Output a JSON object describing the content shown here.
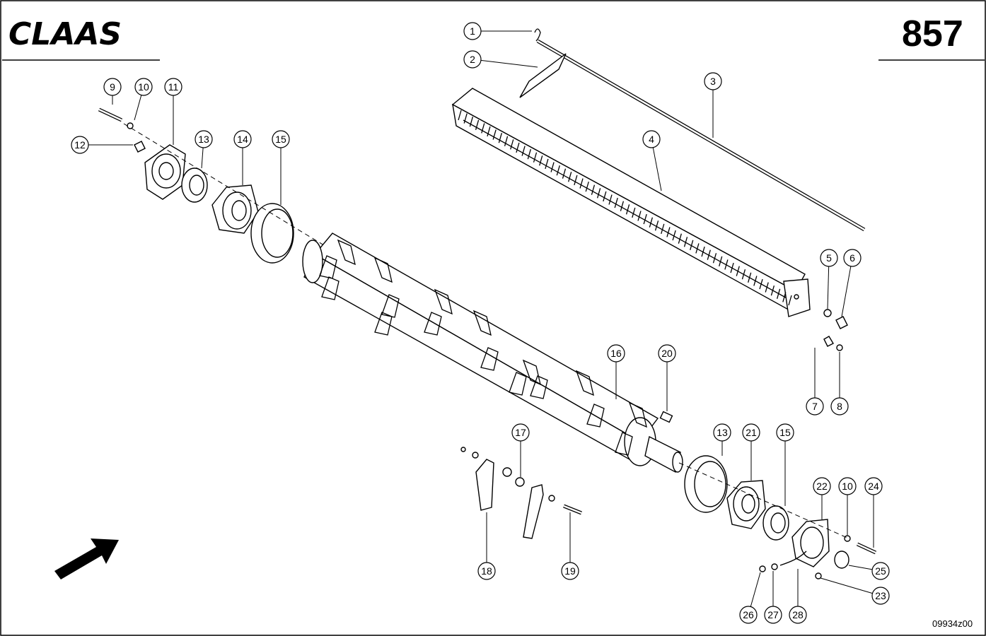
{
  "brand": "CLAAS",
  "page_number": "857",
  "drawing_code": "09934z00",
  "callouts": [
    "1",
    "2",
    "3",
    "4",
    "5",
    "6",
    "7",
    "8",
    "9",
    "10",
    "11",
    "12",
    "13",
    "14",
    "15",
    "16",
    "17",
    "18",
    "19",
    "20",
    "21",
    "13",
    "15",
    "22",
    "10",
    "24",
    "25",
    "23",
    "26",
    "27",
    "28"
  ]
}
